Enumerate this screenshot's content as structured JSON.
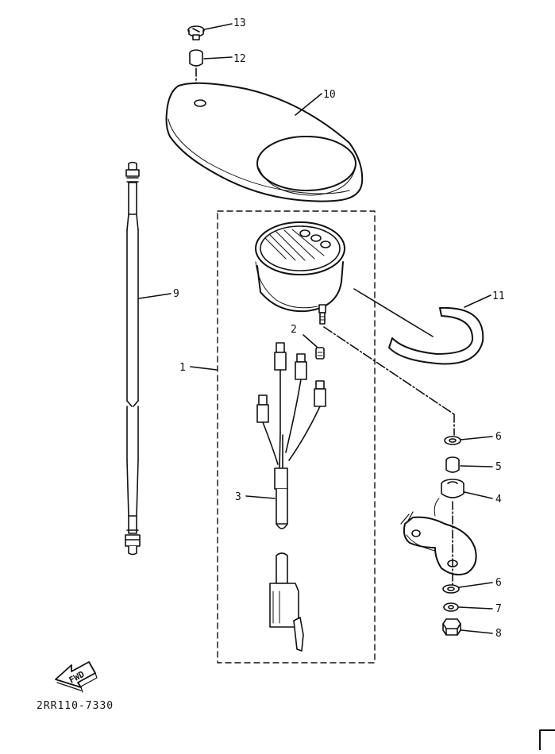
{
  "callouts": [
    {
      "id": "1",
      "text": "1"
    },
    {
      "id": "2",
      "text": "2"
    },
    {
      "id": "3",
      "text": "3"
    },
    {
      "id": "4",
      "text": "4"
    },
    {
      "id": "5",
      "text": "5"
    },
    {
      "id": "6a",
      "text": "6"
    },
    {
      "id": "6b",
      "text": "6"
    },
    {
      "id": "7",
      "text": "7"
    },
    {
      "id": "8",
      "text": "8"
    },
    {
      "id": "9",
      "text": "9"
    },
    {
      "id": "10",
      "text": "10"
    },
    {
      "id": "11",
      "text": "11"
    },
    {
      "id": "12",
      "text": "12"
    },
    {
      "id": "13",
      "text": "13"
    }
  ],
  "arrow_label": "FWD",
  "diagram_code": "2RR110-7330",
  "colors": {
    "ink": "#111111",
    "paper": "#ffffff"
  }
}
